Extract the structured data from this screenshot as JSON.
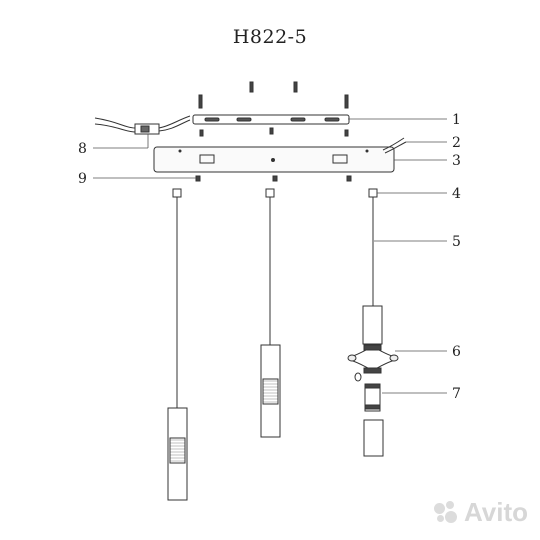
{
  "title": "H822-5",
  "callouts": [
    "1",
    "2",
    "3",
    "4",
    "5",
    "6",
    "7",
    "8",
    "9"
  ],
  "watermark": "Avito",
  "colors": {
    "line": "#333333",
    "grid": "#888888",
    "watermark": "#d7d7d7"
  }
}
